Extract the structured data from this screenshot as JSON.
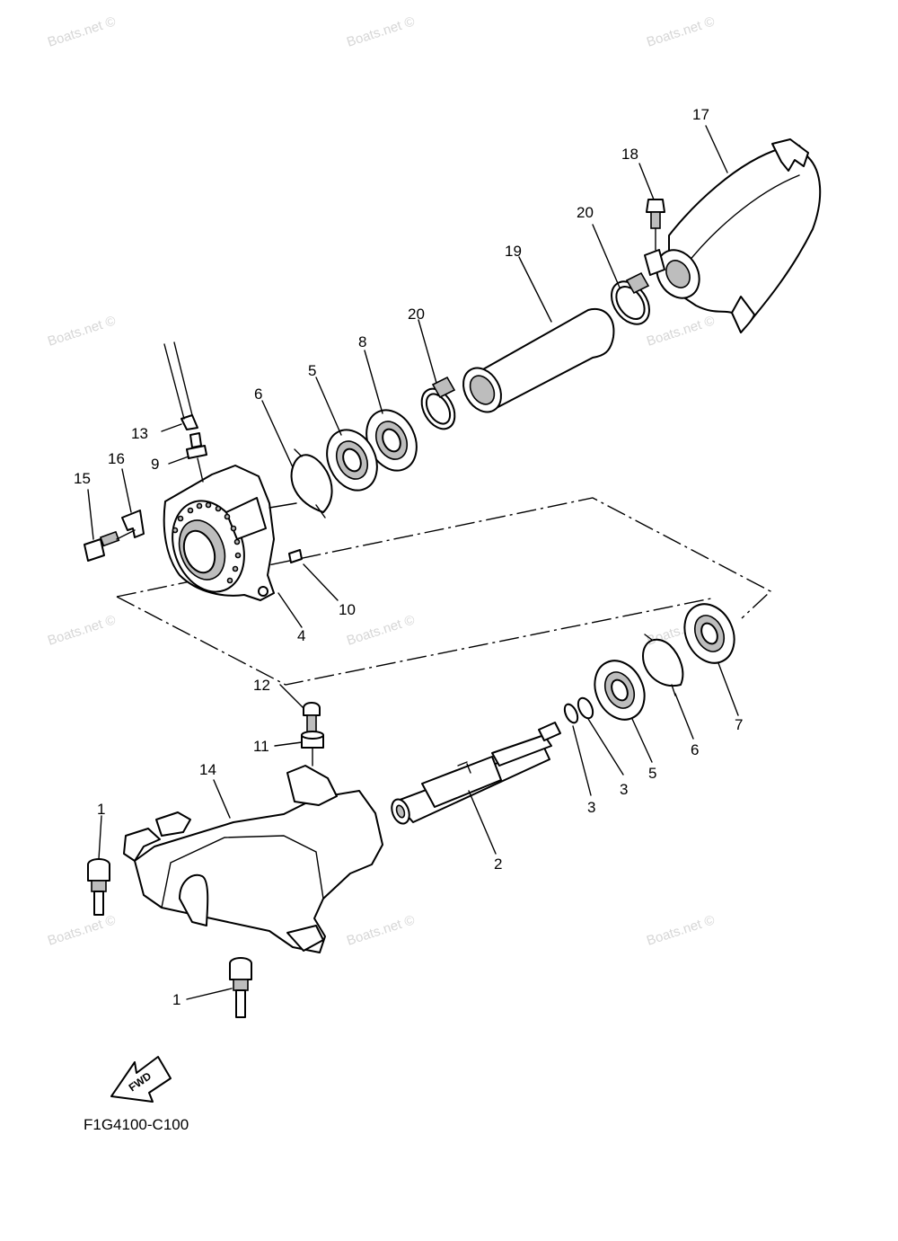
{
  "diagram": {
    "code": "F1G4100-C100",
    "fwd_label": "FWD",
    "watermark": "Boats.net ©",
    "callouts": [
      {
        "id": "c1a",
        "label": "1"
      },
      {
        "id": "c1b",
        "label": "1"
      },
      {
        "id": "c2",
        "label": "2"
      },
      {
        "id": "c3a",
        "label": "3"
      },
      {
        "id": "c3b",
        "label": "3"
      },
      {
        "id": "c4",
        "label": "4"
      },
      {
        "id": "c5a",
        "label": "5"
      },
      {
        "id": "c5b",
        "label": "5"
      },
      {
        "id": "c6a",
        "label": "6"
      },
      {
        "id": "c6b",
        "label": "6"
      },
      {
        "id": "c7",
        "label": "7"
      },
      {
        "id": "c8",
        "label": "8"
      },
      {
        "id": "c9",
        "label": "9"
      },
      {
        "id": "c10",
        "label": "10"
      },
      {
        "id": "c11",
        "label": "11"
      },
      {
        "id": "c12",
        "label": "12"
      },
      {
        "id": "c13",
        "label": "13"
      },
      {
        "id": "c14",
        "label": "14"
      },
      {
        "id": "c15",
        "label": "15"
      },
      {
        "id": "c16",
        "label": "16"
      },
      {
        "id": "c17",
        "label": "17"
      },
      {
        "id": "c18",
        "label": "18"
      },
      {
        "id": "c19",
        "label": "19"
      },
      {
        "id": "c20a",
        "label": "20"
      },
      {
        "id": "c20b",
        "label": "20"
      }
    ]
  }
}
